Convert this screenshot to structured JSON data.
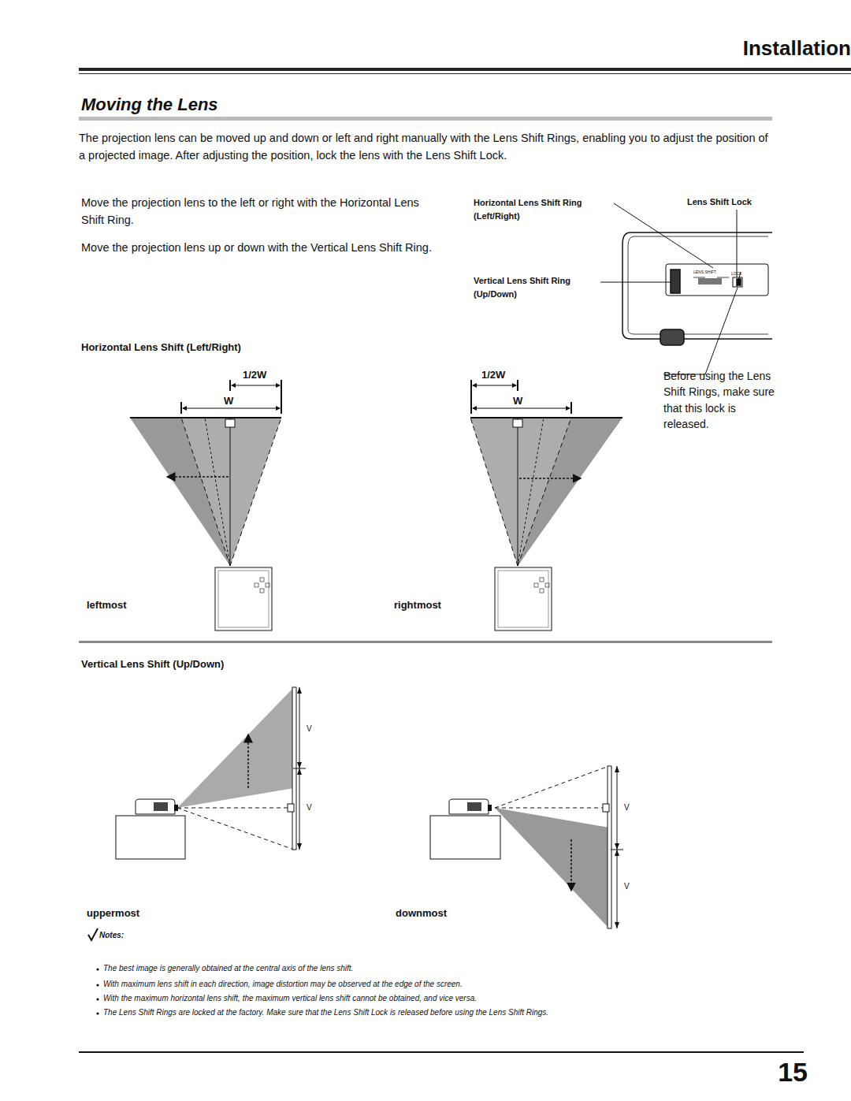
{
  "diagram": {
    "title": "Moving the Lens",
    "labels": [
      "Installation",
      "The projection lens can be moved up and down or left and right manually with the Lens Shift Rings, enabling you to adjust the position of a projected image. After adjusting the position, lock the lens with the Lens Shift Lock.",
      "Move the projection lens to the left or right with the Horizontal Lens Shift Ring.",
      "Move the projection lens up or down with the Vertical Lens Shift Ring.",
      "Horizontal Lens Shift Ring (Left/Right)",
      "Lens Shift Lock",
      "Vertical Lens Shift Ring (Up/Down)",
      "LENS SHIFT",
      "LOCK",
      "Horizontal Lens Shift (Left/Right)",
      "1/2W",
      "W",
      "1/2W",
      "W",
      "Before using the Lens Shift Rings, make sure that this lock is released.",
      "leftmost",
      "rightmost",
      "Vertical Lens Shift (Up/Down)",
      "V",
      "V",
      "V",
      "V",
      "uppermost",
      "downmost",
      "Notes:",
      "The best image is generally obtained at the central axis of the lens shift.",
      "With maximum lens shift in each direction, image distortion may be observed at the edge of the screen.",
      "With the maximum horizontal lens shift, the maximum vertical lens shift cannot be obtained, and vice versa.",
      "The Lens Shift Rings are locked at the factory. Make sure that the Lens Shift Lock is released before using the Lens Shift Rings.",
      "15"
    ]
  }
}
